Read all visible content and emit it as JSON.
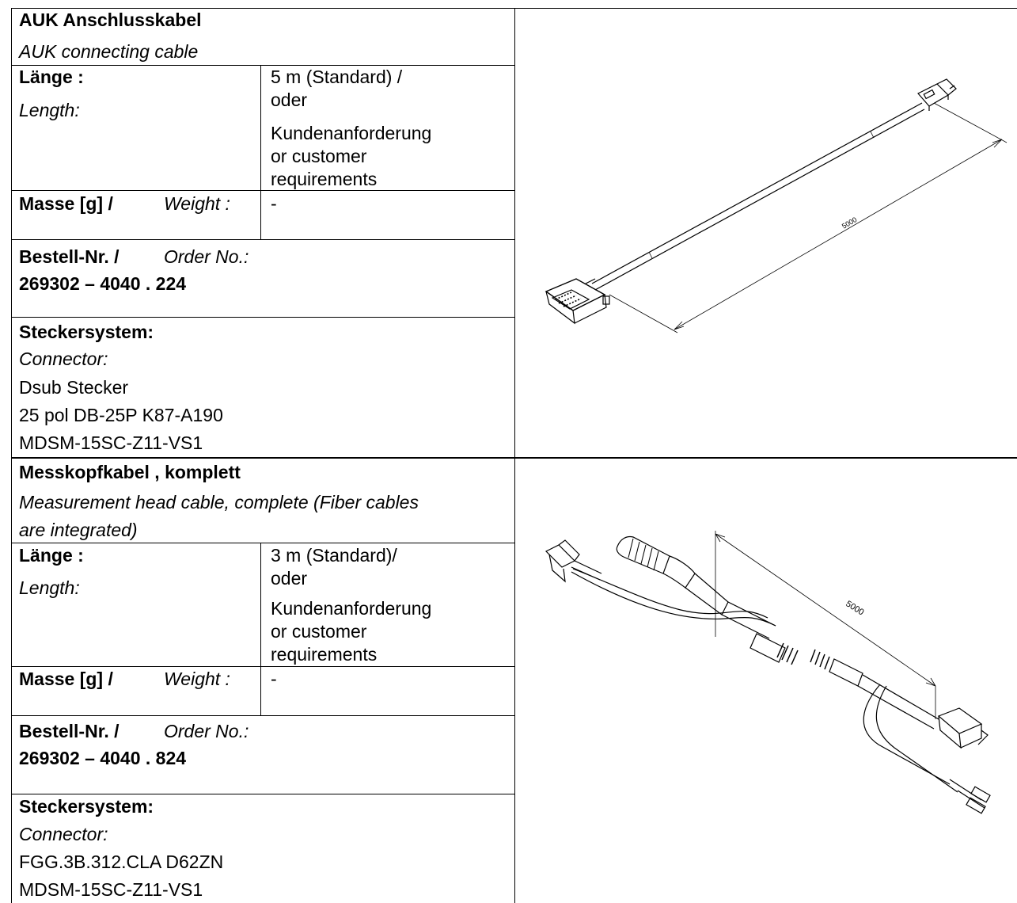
{
  "sections": [
    {
      "title_de": "AUK Anschlusskabel",
      "title_en": "AUK connecting cable",
      "title_en_line2": "",
      "length_label_de": "Länge :",
      "length_label_en": "Length:",
      "length_value_lines": [
        "5 m (Standard) /",
        "oder",
        "Kundenanforderung",
        "or customer",
        "requirements"
      ],
      "mass_label_de": "Masse [g] /",
      "mass_label_en": "Weight :",
      "mass_value": "-",
      "order_label_de": "Bestell-Nr. /",
      "order_label_en": "Order No.:",
      "order_number": "269302 – 4040 . 224",
      "connector_label_de": "Steckersystem:",
      "connector_label_en": "Connector:",
      "connector_lines": [
        "Dsub Stecker",
        "25 pol DB-25P K87-A190",
        "MDSM-15SC-Z11-VS1"
      ],
      "drawing_dimension": "5000"
    },
    {
      "title_de": "Messkopfkabel , komplett",
      "title_en": "Measurement head cable, complete  (Fiber cables",
      "title_en_line2": "are integrated)",
      "length_label_de": "Länge :",
      "length_label_en": "Length:",
      "length_value_lines": [
        "3 m (Standard)/",
        "oder",
        "Kundenanforderung",
        "or customer",
        "requirements"
      ],
      "mass_label_de": "Masse [g] /",
      "mass_label_en": "Weight :",
      "mass_value": "-",
      "order_label_de": "Bestell-Nr. /",
      "order_label_en": "Order No.:",
      "order_number": "269302 – 4040 . 824",
      "connector_label_de": "Steckersystem:",
      "connector_label_en": "Connector:",
      "connector_lines": [
        "FGG.3B.312.CLA D62ZN",
        "MDSM-15SC-Z11-VS1"
      ],
      "drawing_dimension": "5000"
    }
  ]
}
